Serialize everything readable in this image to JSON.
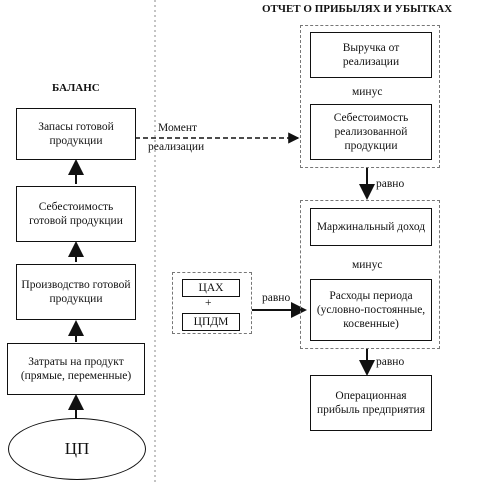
{
  "report_title": "ОТЧЕТ О ПРИБЫЛЯХ И УБЫТКАХ",
  "balance_title": "БАЛАНС",
  "left": {
    "finished_goods_stock": "Запасы готовой продукции",
    "finished_goods_cost": "Себестоимость готовой продукции",
    "production": "Производство готовой продукции",
    "product_costs": "Затраты на продукт (прямые, переменные)",
    "cost_center": "ЦП"
  },
  "moment": {
    "line1": "Момент",
    "line2": "реализации"
  },
  "right": {
    "revenue": "Выручка от реализации",
    "minus1": "минус",
    "cogs": "Себестоимость реализованной продукции",
    "equals1": "равно",
    "margin": "Маржинальный доход",
    "minus2": "минус",
    "period_costs": "Расходы периода (условно-постоянные, косвенные)",
    "equals2": "равно",
    "operating_profit": "Операционная прибыль предприятия"
  },
  "centers": {
    "c1": "ЦАХ",
    "plus": "+",
    "c2": "ЦПДМ",
    "equals": "равно"
  }
}
